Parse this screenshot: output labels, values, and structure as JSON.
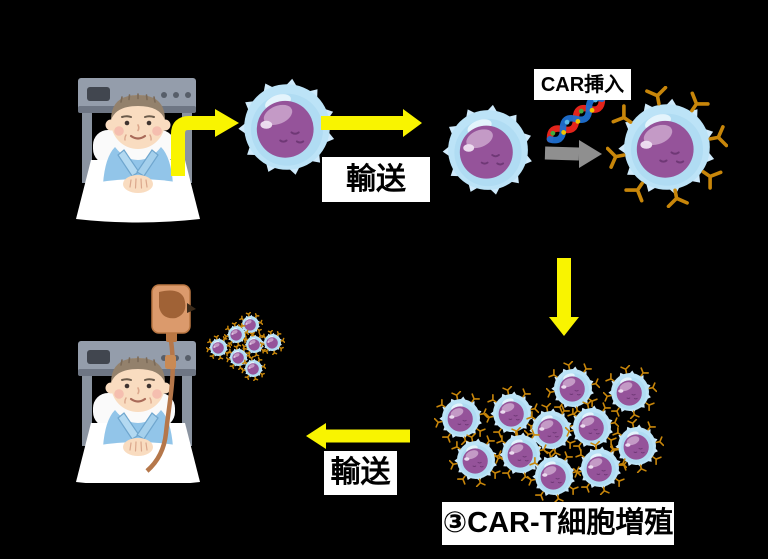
{
  "title": "CAR-T cell therapy process diagram",
  "background": "#000000",
  "labels": {
    "transport_top": "輸送",
    "car_insertion": "CAR挿入",
    "transport_bottom": "輸送",
    "proliferation": "③CAR-T細胞増殖"
  },
  "illustrations": {
    "patient_top": "patient-in-hospital-bed",
    "patient_bottom": "patient-in-hospital-bed-with-iv-drip",
    "dna": "dna-double-helix",
    "harvested_cell": "t-cell",
    "pre_insertion_cell": "t-cell",
    "car_t_cell": "car-t-cell-with-receptors"
  },
  "counts": {
    "proliferated_car_t_cells": 11,
    "infused_small_cells": 7
  },
  "colors": {
    "arrow_yellow": "#F9F400",
    "arrow_gray": "#8F8F8F",
    "cell_body": "#BCE3F7",
    "cell_spike": "#CFEAFB",
    "cell_inner": "#A3D5F0",
    "cell_nucleus": "#95539A",
    "nucleus_light": "#C9A2CB",
    "nucleus_dark": "#6F3876",
    "receptor": "#C8860A",
    "dna_red": "#E3241B",
    "dna_blue": "#1E6FD0",
    "gown_blue": "#92C5E9",
    "label_bg": "#FFFFFF",
    "label_text": "#000000"
  }
}
